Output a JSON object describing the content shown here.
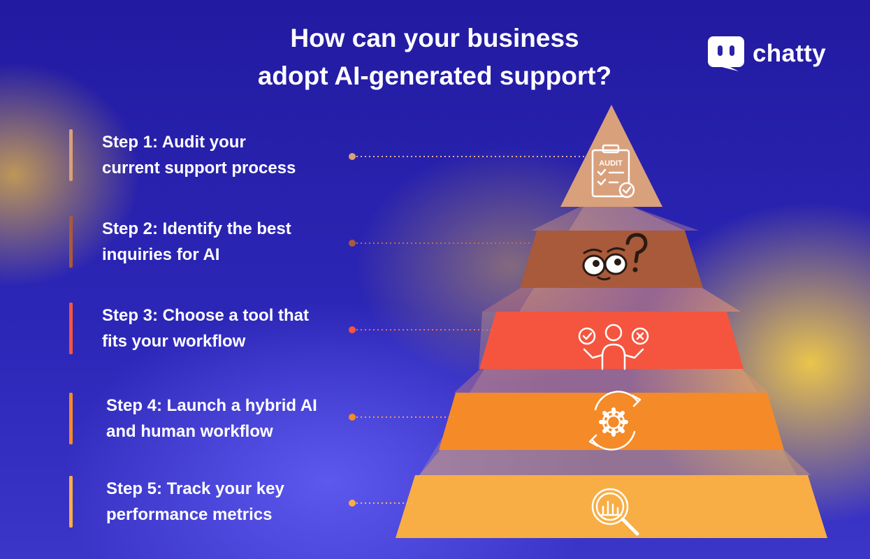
{
  "title": {
    "line1": "How can your business",
    "line2": "adopt AI-generated support?"
  },
  "logo": {
    "name": "chatty",
    "icon": "chat-bubble-icon"
  },
  "colors": {
    "background": "#2a22a8",
    "glow": "#f5cd46",
    "connector": "#f08a6a",
    "icon_stroke": "#ffffff"
  },
  "steps": [
    {
      "label": "Step 1: Audit your\ncurrent support process",
      "color": "#d9a07c",
      "icon": "audit-clipboard-icon",
      "icon_text": "AUDIT"
    },
    {
      "label": "Step 2: Identify the best\ninquiries for AI",
      "color": "#a85a3a",
      "icon": "thinking-face-question-icon"
    },
    {
      "label": "Step 3: Choose a tool that\nfits your workflow",
      "color": "#f5553f",
      "icon": "person-decision-icon"
    },
    {
      "label": "Step 4: Launch a hybrid AI\nand human workflow",
      "color": "#f58a28",
      "icon": "gear-sync-icon"
    },
    {
      "label": "Step 5: Track your key\nperformance metrics",
      "color": "#f8ae45",
      "icon": "magnifier-chart-icon"
    }
  ]
}
